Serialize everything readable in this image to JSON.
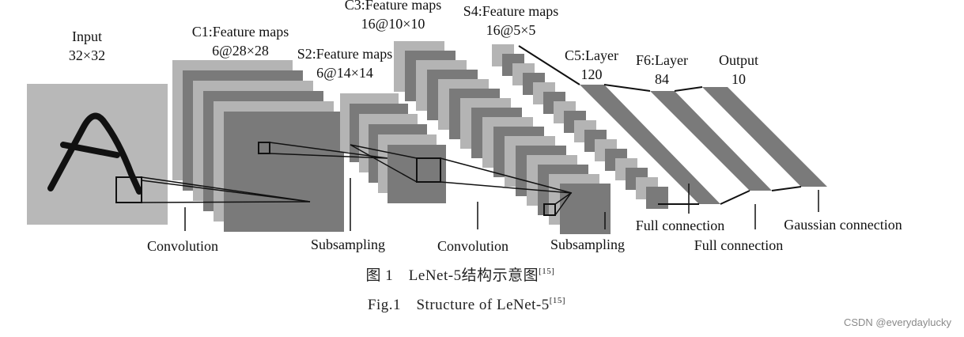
{
  "layers": {
    "input": {
      "name": "Input",
      "size": "32×32"
    },
    "c1": {
      "name": "C1:Feature maps",
      "size": "6@28×28"
    },
    "s2": {
      "name": "S2:Feature maps",
      "size": "6@14×14"
    },
    "c3": {
      "name": "C3:Feature maps",
      "size": "16@10×10"
    },
    "s4": {
      "name": "S4:Feature maps",
      "size": "16@5×5"
    },
    "c5": {
      "name": "C5:Layer",
      "size": "120"
    },
    "f6": {
      "name": "F6:Layer",
      "size": "84"
    },
    "output": {
      "name": "Output",
      "size": "10"
    }
  },
  "operations": {
    "convolution_1": "Convolution",
    "subsampling_1": "Subsampling",
    "convolution_2": "Convolution",
    "subsampling_2": "Subsampling",
    "full_connection_1": "Full connection",
    "full_connection_2": "Full connection",
    "gaussian_connection": "Gaussian connection"
  },
  "caption": {
    "cn": "图 1　LeNet-5结构示意图",
    "cn_ref": "[15]",
    "en": "Fig.1　Structure of LeNet-5",
    "en_ref": "[15]"
  },
  "watermark": "CSDN @everydaylucky",
  "colors": {
    "input_fill": "#b8b8b8",
    "map_light": "#b4b4b4",
    "map_dark": "#7a7a7a",
    "line": "#111111"
  }
}
